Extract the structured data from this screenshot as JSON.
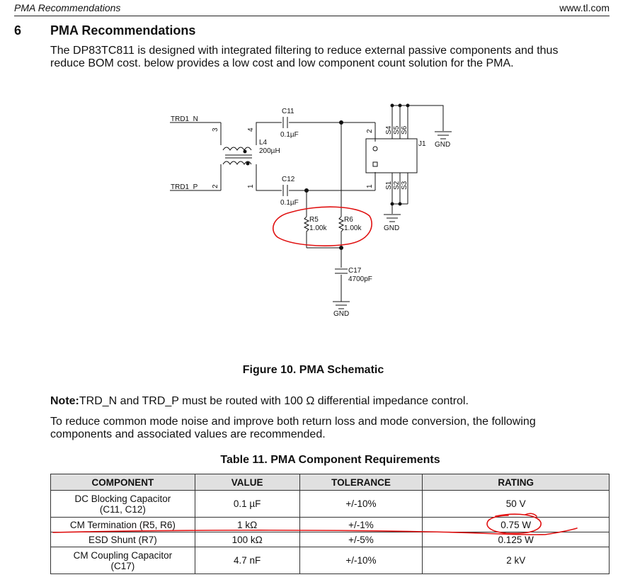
{
  "header": {
    "left": "PMA Recommendations",
    "right": "www.tl.com"
  },
  "section": {
    "number": "6",
    "title": "PMA Recommendations"
  },
  "intro": {
    "line1": "The DP83TC811 is designed with integrated filtering to reduce external passive components and thus",
    "line2": "reduce BOM cost. below provides a low cost and low component count solution for the PMA."
  },
  "schematic": {
    "labels": {
      "trd1_n": "TRD1_N",
      "trd1_p": "TRD1_P",
      "c11": "C11",
      "c11_val": "0.1µF",
      "c12": "C12",
      "c12_val": "0.1µF",
      "l4": "L4",
      "l4_val": "200µH",
      "r5": "R5",
      "r5_val": "1.00k",
      "r6": "R6",
      "r6_val": "1.00k",
      "c17": "C17",
      "c17_val": "4700pF",
      "j1": "J1",
      "gnd1": "GND",
      "gnd2": "GND",
      "gnd3": "GND",
      "pin3": "3",
      "pin4": "4",
      "pin2": "2",
      "pin1": "1",
      "j_pin2": "2",
      "j_pin1": "1",
      "s4": "S4",
      "s5": "S5",
      "s6": "S6",
      "s1": "S1",
      "s2": "S2",
      "s3": "S3"
    }
  },
  "figure_caption": "Figure 10. PMA Schematic",
  "note": {
    "label": "Note:",
    "text": "TRD_N and TRD_P must be routed with 100 Ω differential impedance control."
  },
  "para2": {
    "line1": "To reduce common mode noise and improve both return loss and mode conversion, the following",
    "line2": "components and associated values are recommended."
  },
  "table_caption": "Table 11. PMA Component Requirements",
  "table": {
    "headers": [
      "COMPONENT",
      "VALUE",
      "TOLERANCE",
      "RATING"
    ],
    "rows": [
      {
        "component_l1": "DC Blocking Capacitor",
        "component_l2": "(C11, C12)",
        "value": "0.1 µF",
        "tolerance": "+/-10%",
        "rating": "50 V"
      },
      {
        "component_l1": "CM Termination (R5, R6)",
        "component_l2": "",
        "value": "1 kΩ",
        "tolerance": "+/-1%",
        "rating": "0.75 W"
      },
      {
        "component_l1": "ESD Shunt (R7)",
        "component_l2": "",
        "value": "100 kΩ",
        "tolerance": "+/-5%",
        "rating": "0.125 W"
      },
      {
        "component_l1": "CM Coupling Capacitor",
        "component_l2": "(C17)",
        "value": "4.7 nF",
        "tolerance": "+/-10%",
        "rating": "2 kV"
      }
    ]
  },
  "colors": {
    "annotation": "#e01010",
    "header_fill": "#e0e0e0"
  }
}
